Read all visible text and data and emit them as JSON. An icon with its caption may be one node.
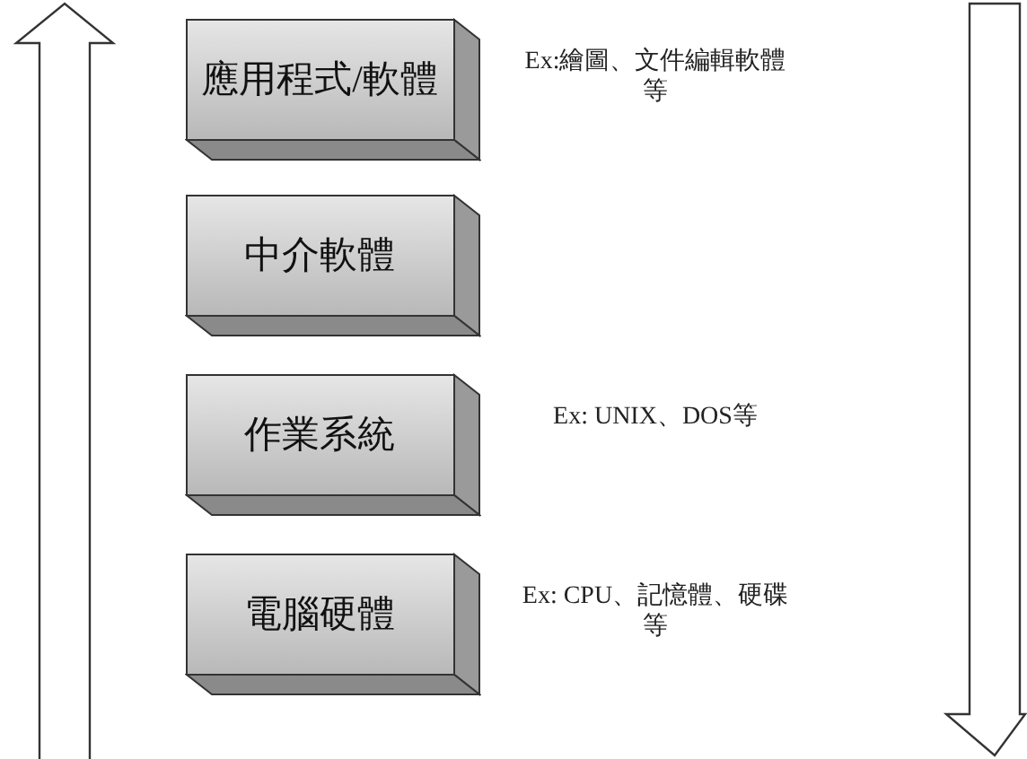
{
  "diagram": {
    "nodes": [
      {
        "text": [
          "應用程式/軟體"
        ],
        "beside": [
          "Ex:繪圖、文件編輯軟體等"
        ]
      },
      {
        "text": [
          "中介軟體"
        ]
      },
      {
        "text": [
          "作業系統"
        ],
        "beside": [
          "Ex: UNIX、DOS等"
        ]
      },
      {
        "text": [
          "電腦硬體"
        ],
        "beside": [
          "Ex: CPU、記憶體、硬碟等"
        ]
      }
    ],
    "edges": []
  }
}
